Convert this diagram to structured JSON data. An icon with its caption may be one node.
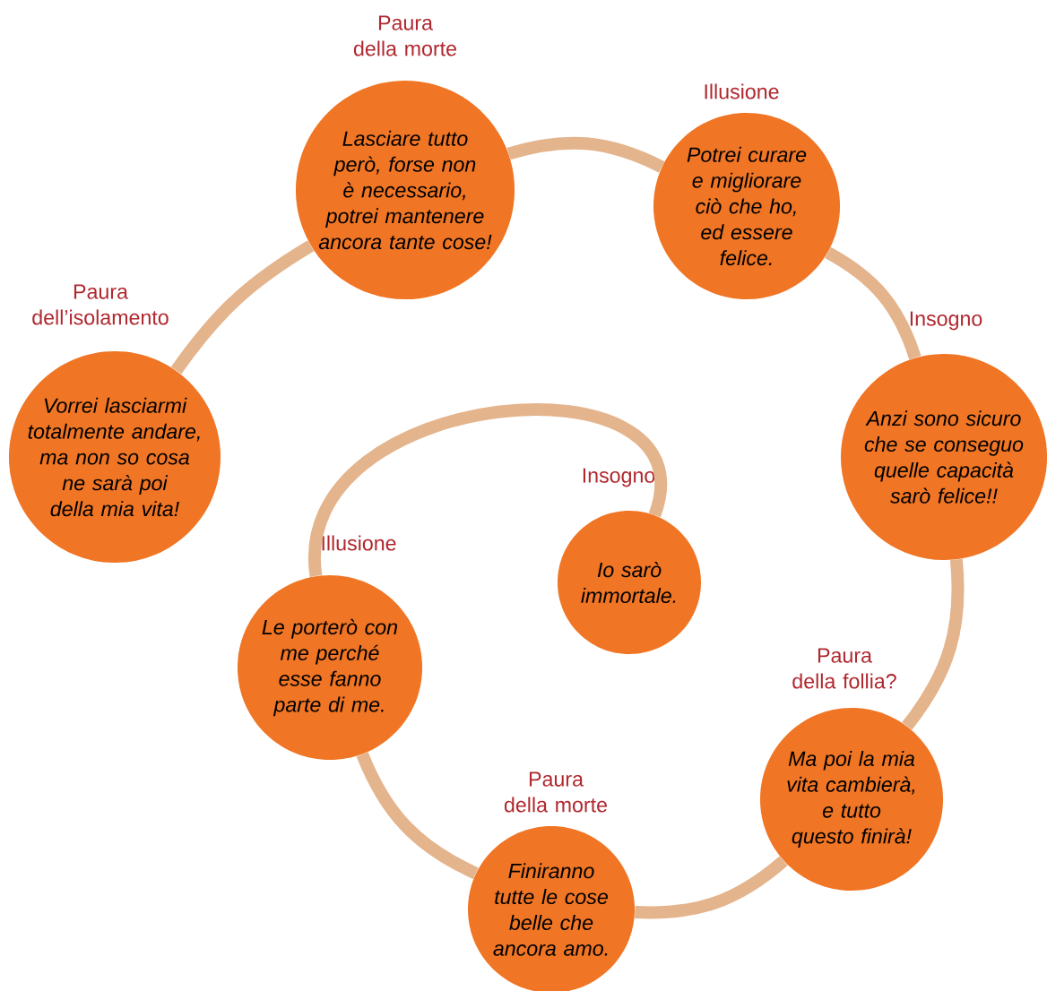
{
  "diagram": {
    "nodes": [
      {
        "text": [
          "Paura dell’isolamento",
          "*Vorrei lasciarmi totalmente andare, ma non so cosa ne sarà poi della mia vita!*"
        ]
      },
      {
        "text": [
          "Paura della morte",
          "*Lasciare tutto però, forse non è necessario, potrei mantenere ancora tante cose!*"
        ]
      },
      {
        "text": [
          "Illusione",
          "*Potrei curare e migliorare ciò che ho, ed essere felice.*"
        ]
      },
      {
        "text": [
          "Insogno",
          "*Anzi sono sicuro che se conseguo quelle capacità sarò felice!!*"
        ]
      },
      {
        "text": [
          "Paura della follia?",
          "*Ma poi la mia vita cambierà, e tutto questo finirà!*"
        ]
      },
      {
        "text": [
          "Paura della morte",
          "*Finiranno tutte le cose belle che ancora amo.*"
        ]
      },
      {
        "text": [
          "Illusione",
          "*Le porterò con me perché esse fanno parte di me.*"
        ]
      },
      {
        "text": [
          "Insogno",
          "*Io sarò immortale.*"
        ]
      }
    ],
    "edges": [
      {
        "from": 0,
        "to": 1,
        "arrow": "none"
      },
      {
        "from": 1,
        "to": 2,
        "arrow": "none"
      },
      {
        "from": 2,
        "to": 3,
        "arrow": "none"
      },
      {
        "from": 3,
        "to": 4,
        "arrow": "none"
      },
      {
        "from": 4,
        "to": 5,
        "arrow": "none"
      },
      {
        "from": 5,
        "to": 6,
        "arrow": "none"
      },
      {
        "from": 6,
        "to": 7,
        "arrow": "none"
      }
    ]
  }
}
